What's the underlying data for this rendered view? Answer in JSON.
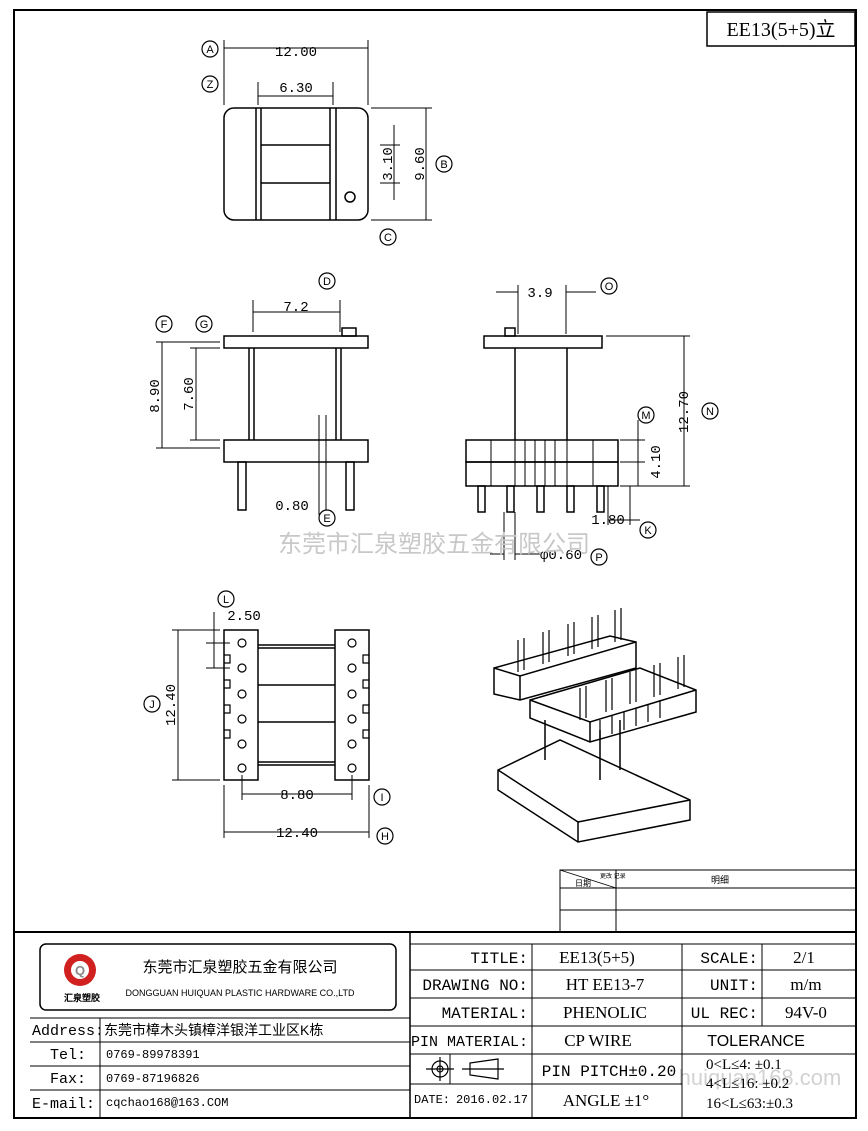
{
  "part_label": "EE13(5+5)立",
  "watermark": "东莞市汇泉塑胶五金有限公司",
  "watermark_url": "huiquan168.com",
  "dims": {
    "a": "12.00",
    "z": "6.30",
    "b1": "3.10",
    "b2": "9.60",
    "d": "7.2",
    "f": "8.90",
    "g": "7.60",
    "e": "0.80",
    "o": "3.9",
    "n": "12.70",
    "m": "4.10",
    "k": "1.80",
    "p": "φ0.60",
    "l": "2.50",
    "j": "12.40",
    "i": "8.80",
    "h": "12.40"
  },
  "markers": [
    "A",
    "Z",
    "B",
    "C",
    "D",
    "F",
    "G",
    "E",
    "O",
    "N",
    "M",
    "K",
    "P",
    "L",
    "J",
    "I",
    "H"
  ],
  "revision": {
    "date": "日期",
    "change": "更改\n记录",
    "detail": "明细"
  },
  "company": {
    "logo_letter": "Q",
    "logo_text": "汇泉塑胶",
    "name_cn": "东莞市汇泉塑胶五金有限公司",
    "name_en": "DONGGUAN HUIQUAN PLASTIC HARDWARE CO.,LTD"
  },
  "contact": {
    "address_label": "Address:",
    "address": "东莞市樟木头镇樟洋银洋工业区K栋",
    "tel_label": "Tel:",
    "tel": "0769-89978391",
    "fax_label": "Fax:",
    "fax": "0769-87196826",
    "email_label": "E-mail:",
    "email": "cqchao168@163.COM"
  },
  "title_block": {
    "title_label": "TITLE:",
    "title": "EE13(5+5)",
    "drawing_no_label": "DRAWING NO:",
    "drawing_no": "HT EE13-7",
    "material_label": "MATERIAL:",
    "material": "PHENOLIC",
    "pin_material_label": "PIN MATERIAL:",
    "pin_material": "CP WIRE",
    "pin_pitch": "PIN PITCH±0.20",
    "angle": "ANGLE  ±1°",
    "date_label": "DATE:",
    "date": "2016.02.17",
    "scale_label": "SCALE:",
    "scale": "2/1",
    "unit_label": "UNIT:",
    "unit": "m/m",
    "ul_label": "UL REC:",
    "ul": "94V-0",
    "tolerance_label": "TOLERANCE",
    "tol1": "0<L≤4:   ±0.1",
    "tol2": "4<L≤16: ±0.2",
    "tol3": "16<L≤63:±0.3"
  }
}
